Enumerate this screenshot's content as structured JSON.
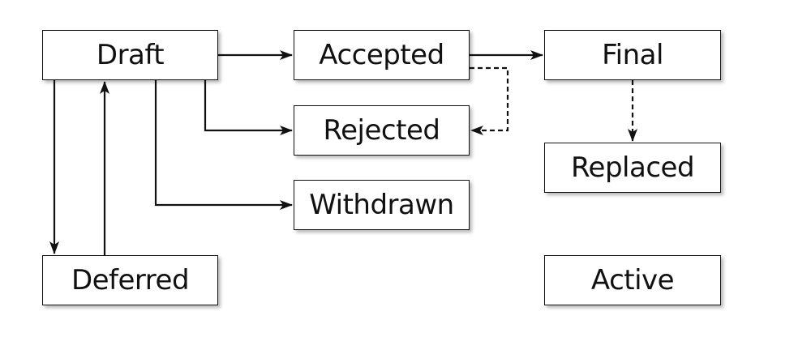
{
  "states": {
    "draft": "Draft",
    "accepted": "Accepted",
    "final": "Final",
    "rejected": "Rejected",
    "replaced": "Replaced",
    "withdrawn": "Withdrawn",
    "deferred": "Deferred",
    "active": "Active"
  },
  "transitions": [
    {
      "from": "Draft",
      "to": "Accepted",
      "style": "solid"
    },
    {
      "from": "Draft",
      "to": "Rejected",
      "style": "solid"
    },
    {
      "from": "Draft",
      "to": "Withdrawn",
      "style": "solid"
    },
    {
      "from": "Draft",
      "to": "Deferred",
      "style": "solid"
    },
    {
      "from": "Deferred",
      "to": "Draft",
      "style": "solid"
    },
    {
      "from": "Accepted",
      "to": "Final",
      "style": "solid"
    },
    {
      "from": "Accepted",
      "to": "Rejected",
      "style": "dashed"
    },
    {
      "from": "Final",
      "to": "Replaced",
      "style": "dashed"
    }
  ],
  "colors": {
    "stroke": "#111111",
    "box_fill": "#ffffff",
    "background": "#ffffff"
  }
}
